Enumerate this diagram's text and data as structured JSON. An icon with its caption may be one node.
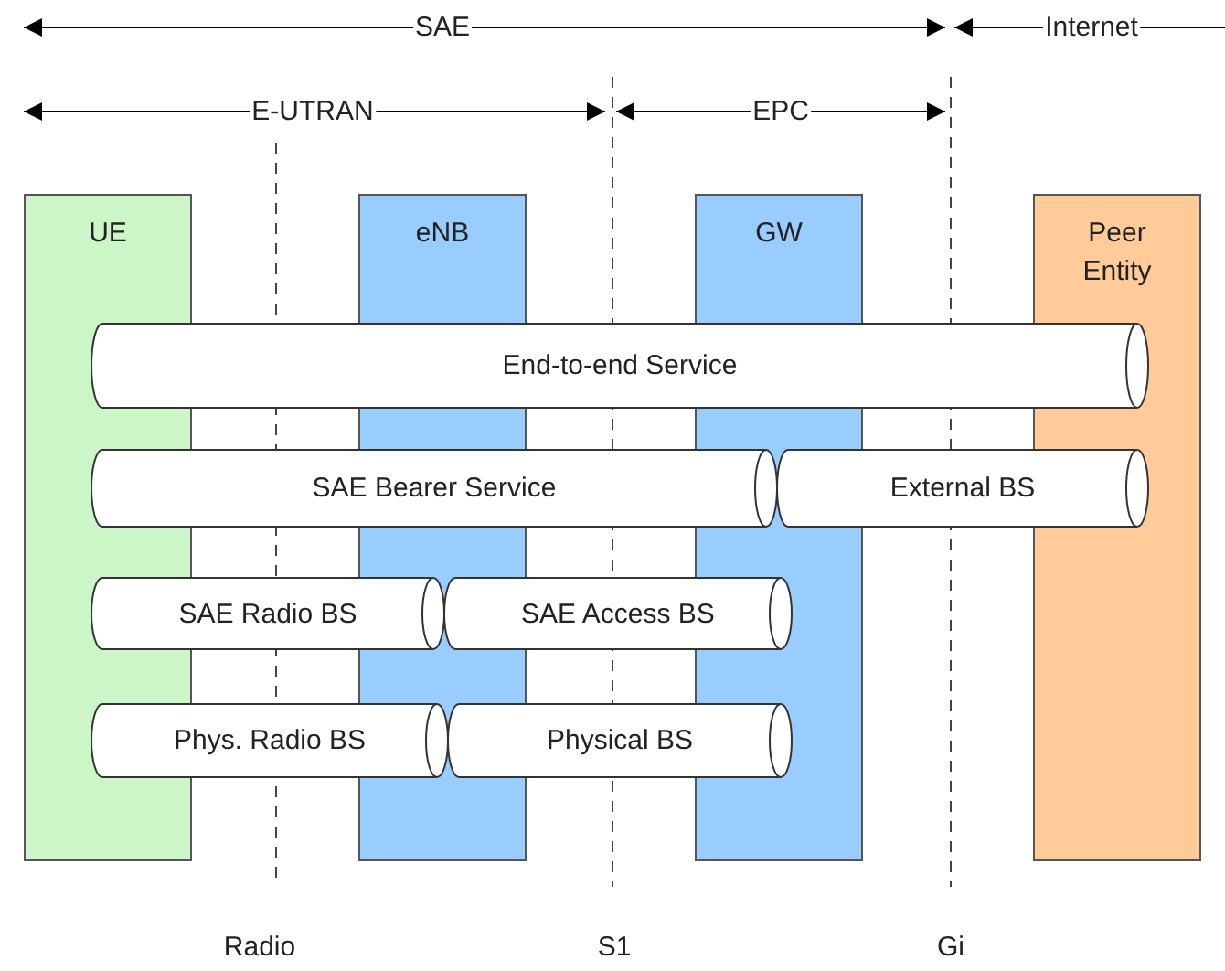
{
  "diagram": {
    "nodes": [
      {
        "text": [
          "UE"
        ]
      },
      {
        "text": [
          "eNB"
        ]
      },
      {
        "text": [
          "GW"
        ]
      },
      {
        "text": [
          "Peer Entity"
        ]
      },
      {
        "text": [
          "End-to-end Service"
        ]
      },
      {
        "text": [
          "SAE Bearer Service"
        ]
      },
      {
        "text": [
          "External BS"
        ]
      },
      {
        "text": [
          "SAE Radio BS"
        ]
      },
      {
        "text": [
          "SAE Access BS"
        ]
      },
      {
        "text": [
          "Phys. Radio BS"
        ]
      },
      {
        "text": [
          "Physical BS"
        ]
      }
    ],
    "labels": [
      "SAE",
      "Internet",
      "E-UTRAN",
      "EPC",
      "Radio",
      "S1",
      "Gi"
    ]
  }
}
